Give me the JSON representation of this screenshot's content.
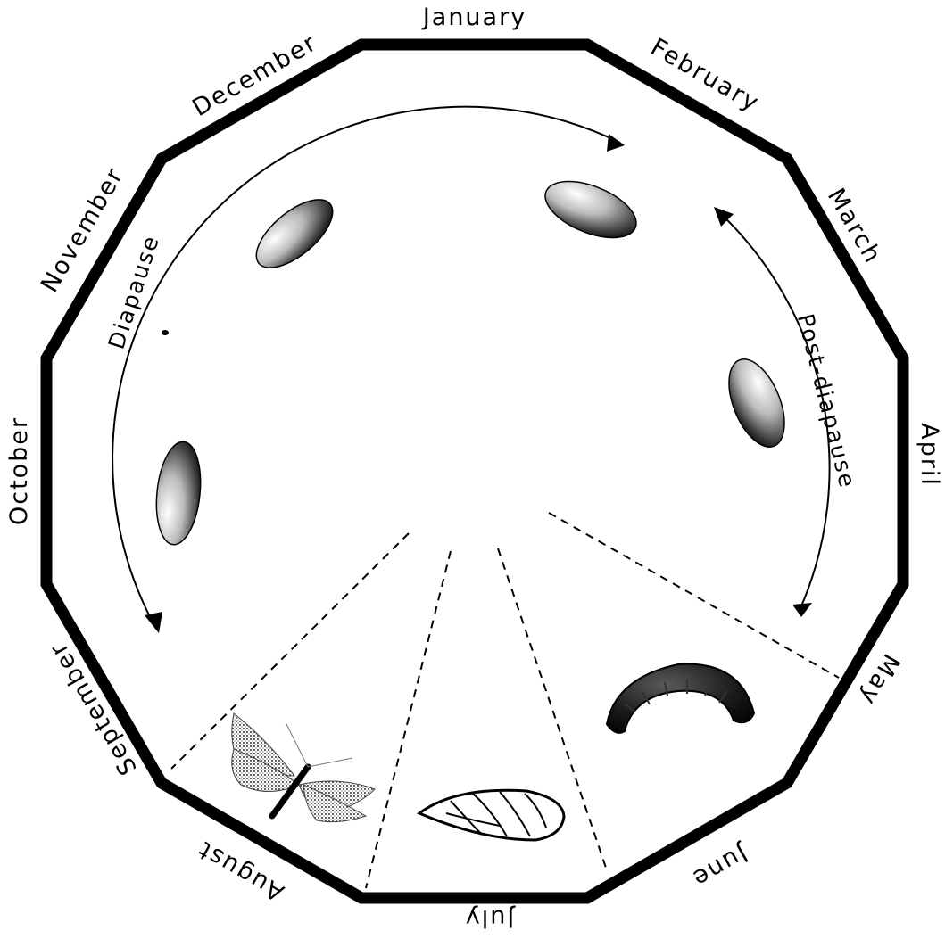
{
  "diagram": {
    "months": {
      "january": "January",
      "february": "February",
      "march": "March",
      "april": "April",
      "may": "May",
      "june": "June",
      "july": "July",
      "august": "August",
      "september": "September",
      "october": "October",
      "november": "November",
      "december": "December"
    },
    "phases": {
      "diapause": "Diapause",
      "post_diapause": "Post-diapause"
    },
    "stages": [
      "diapausing larva cocoon",
      "larva",
      "pupa",
      "adult moth"
    ],
    "colors": {
      "ink": "#000000",
      "background": "#ffffff"
    }
  }
}
